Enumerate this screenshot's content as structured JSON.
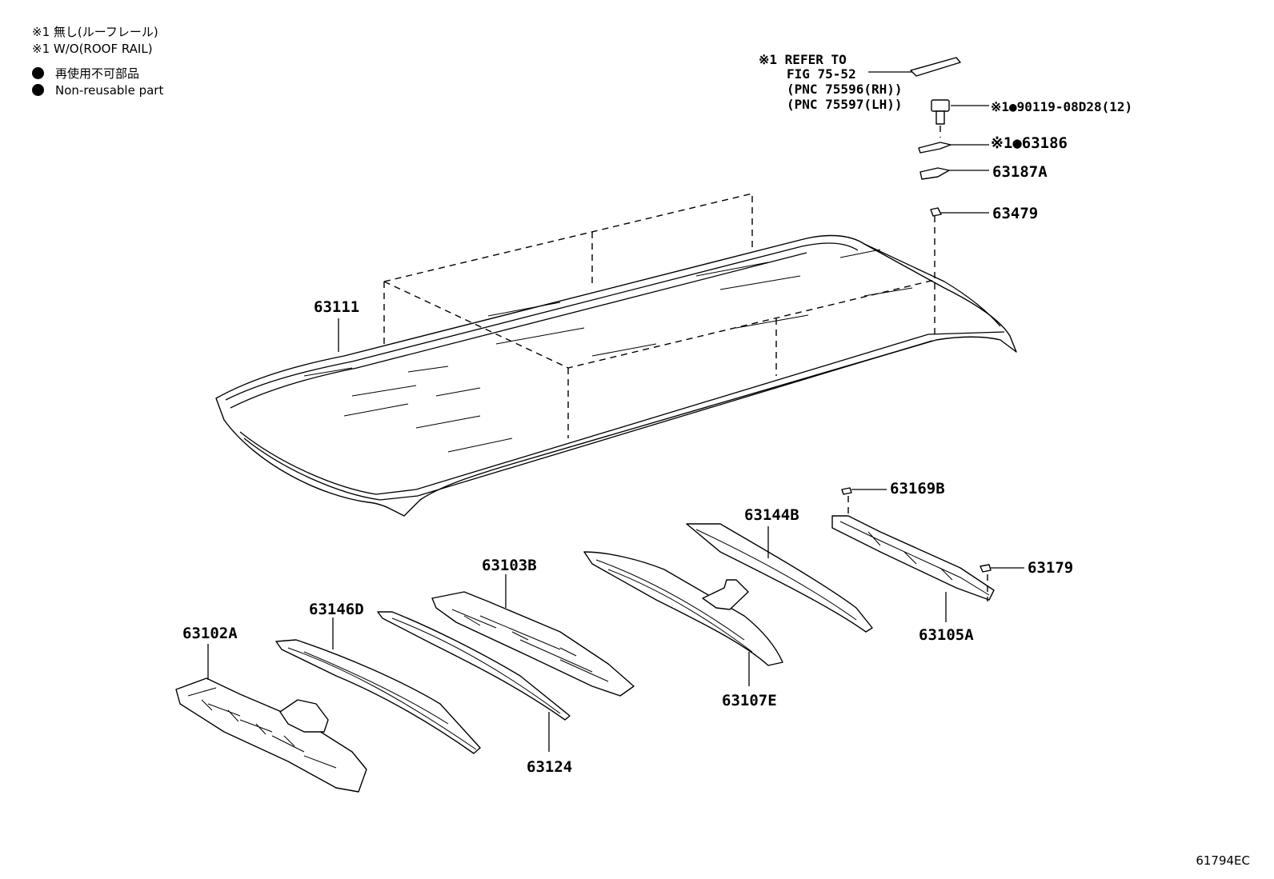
{
  "legend": {
    "w_o_jp": "※1 無し(ルーフレール)",
    "w_o_en": "※1 W/O(ROOF RAIL)",
    "nonreuse_jp": "再使用不可部品",
    "nonreuse_en": "Non-reusable part"
  },
  "refer": {
    "line1": "※1 REFER TO",
    "line2": "FIG 75-52",
    "line3": "(PNC 75596(RH))",
    "line4": "(PNC 75597(LH))"
  },
  "parts": {
    "p90119": "※1●90119-08D28(12)",
    "p63186": "※1●63186",
    "p63187A": "63187A",
    "p63479": "63479",
    "p63111": "63111",
    "p63169B": "63169B",
    "p63144B": "63144B",
    "p63179": "63179",
    "p63105A": "63105A",
    "p63103B": "63103B",
    "p63146D": "63146D",
    "p63102A": "63102A",
    "p63107E": "63107E",
    "p63124": "63124"
  },
  "figure_code": "61794EC"
}
